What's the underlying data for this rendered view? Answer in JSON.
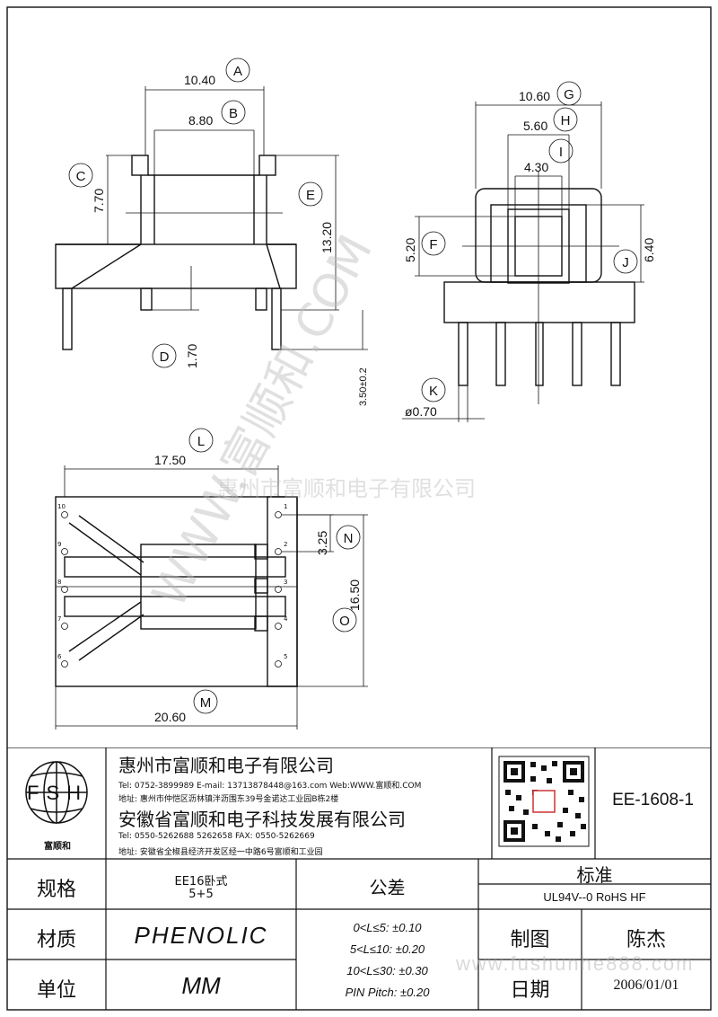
{
  "drawing": {
    "dims": {
      "A": "10.40",
      "B": "8.80",
      "C": "7.70",
      "D": "1.70",
      "E": "13.20",
      "pin_len": "3.50±0.2",
      "G": "10.60",
      "H": "5.60",
      "I": "4.30",
      "F": "5.20",
      "J": "6.40",
      "K": "ø0.70",
      "L": "17.50",
      "N": "3.25",
      "O": "16.50",
      "M": "20.60"
    },
    "labels": [
      "A",
      "B",
      "C",
      "D",
      "E",
      "F",
      "G",
      "H",
      "I",
      "J",
      "K",
      "L",
      "M",
      "N",
      "O"
    ],
    "pins_right": [
      "1",
      "2",
      "3",
      "4",
      "5"
    ],
    "pins_left": [
      "10",
      "9",
      "8",
      "7",
      "6"
    ],
    "watermark_text": "惠州市富顺和电子有限公司",
    "watermark_diag": "WWW.富顺和.COM"
  },
  "title_block": {
    "logo": {
      "letters": "FSH",
      "name": "富顺和"
    },
    "company1": "惠州市富顺和电子有限公司",
    "line_tel1": "Tel:  0752-3899989   E-mail: 13713878448@163.com  Web:WWW.富顺和.COM",
    "line_addr1": "地址: 惠州市仲恺区沥林镇泮沥围东39号金诺达工业园B栋2楼",
    "company2": "安徽省富顺和电子科技发展有限公司",
    "line_tel2": "Tel:  0550-5262688  5262658      FAX: 0550-5262669",
    "line_addr2": "地址: 安徽省全椒县经济开发区经一中路6号富顺和工业园",
    "part_no": "EE-1608-1",
    "spec_label": "规格",
    "spec_value1": "EE16卧式",
    "spec_value2": "5+5",
    "material_label": "材质",
    "material_value": "PHENOLIC",
    "unit_label": "单位",
    "unit_value": "MM",
    "tol_label": "公差",
    "tol_lines": [
      "0<L≤5: ±0.10",
      "5<L≤10: ±0.20",
      "10<L≤30: ±0.30",
      "PIN Pitch: ±0.20"
    ],
    "std_label": "标准",
    "std_value": "UL94V--0  RoHS HF",
    "draw_label": "制图",
    "draw_value": "陈杰",
    "date_label": "日期",
    "date_value": "2006/01/01",
    "website_watermark": "www.fushunhe888.com"
  }
}
